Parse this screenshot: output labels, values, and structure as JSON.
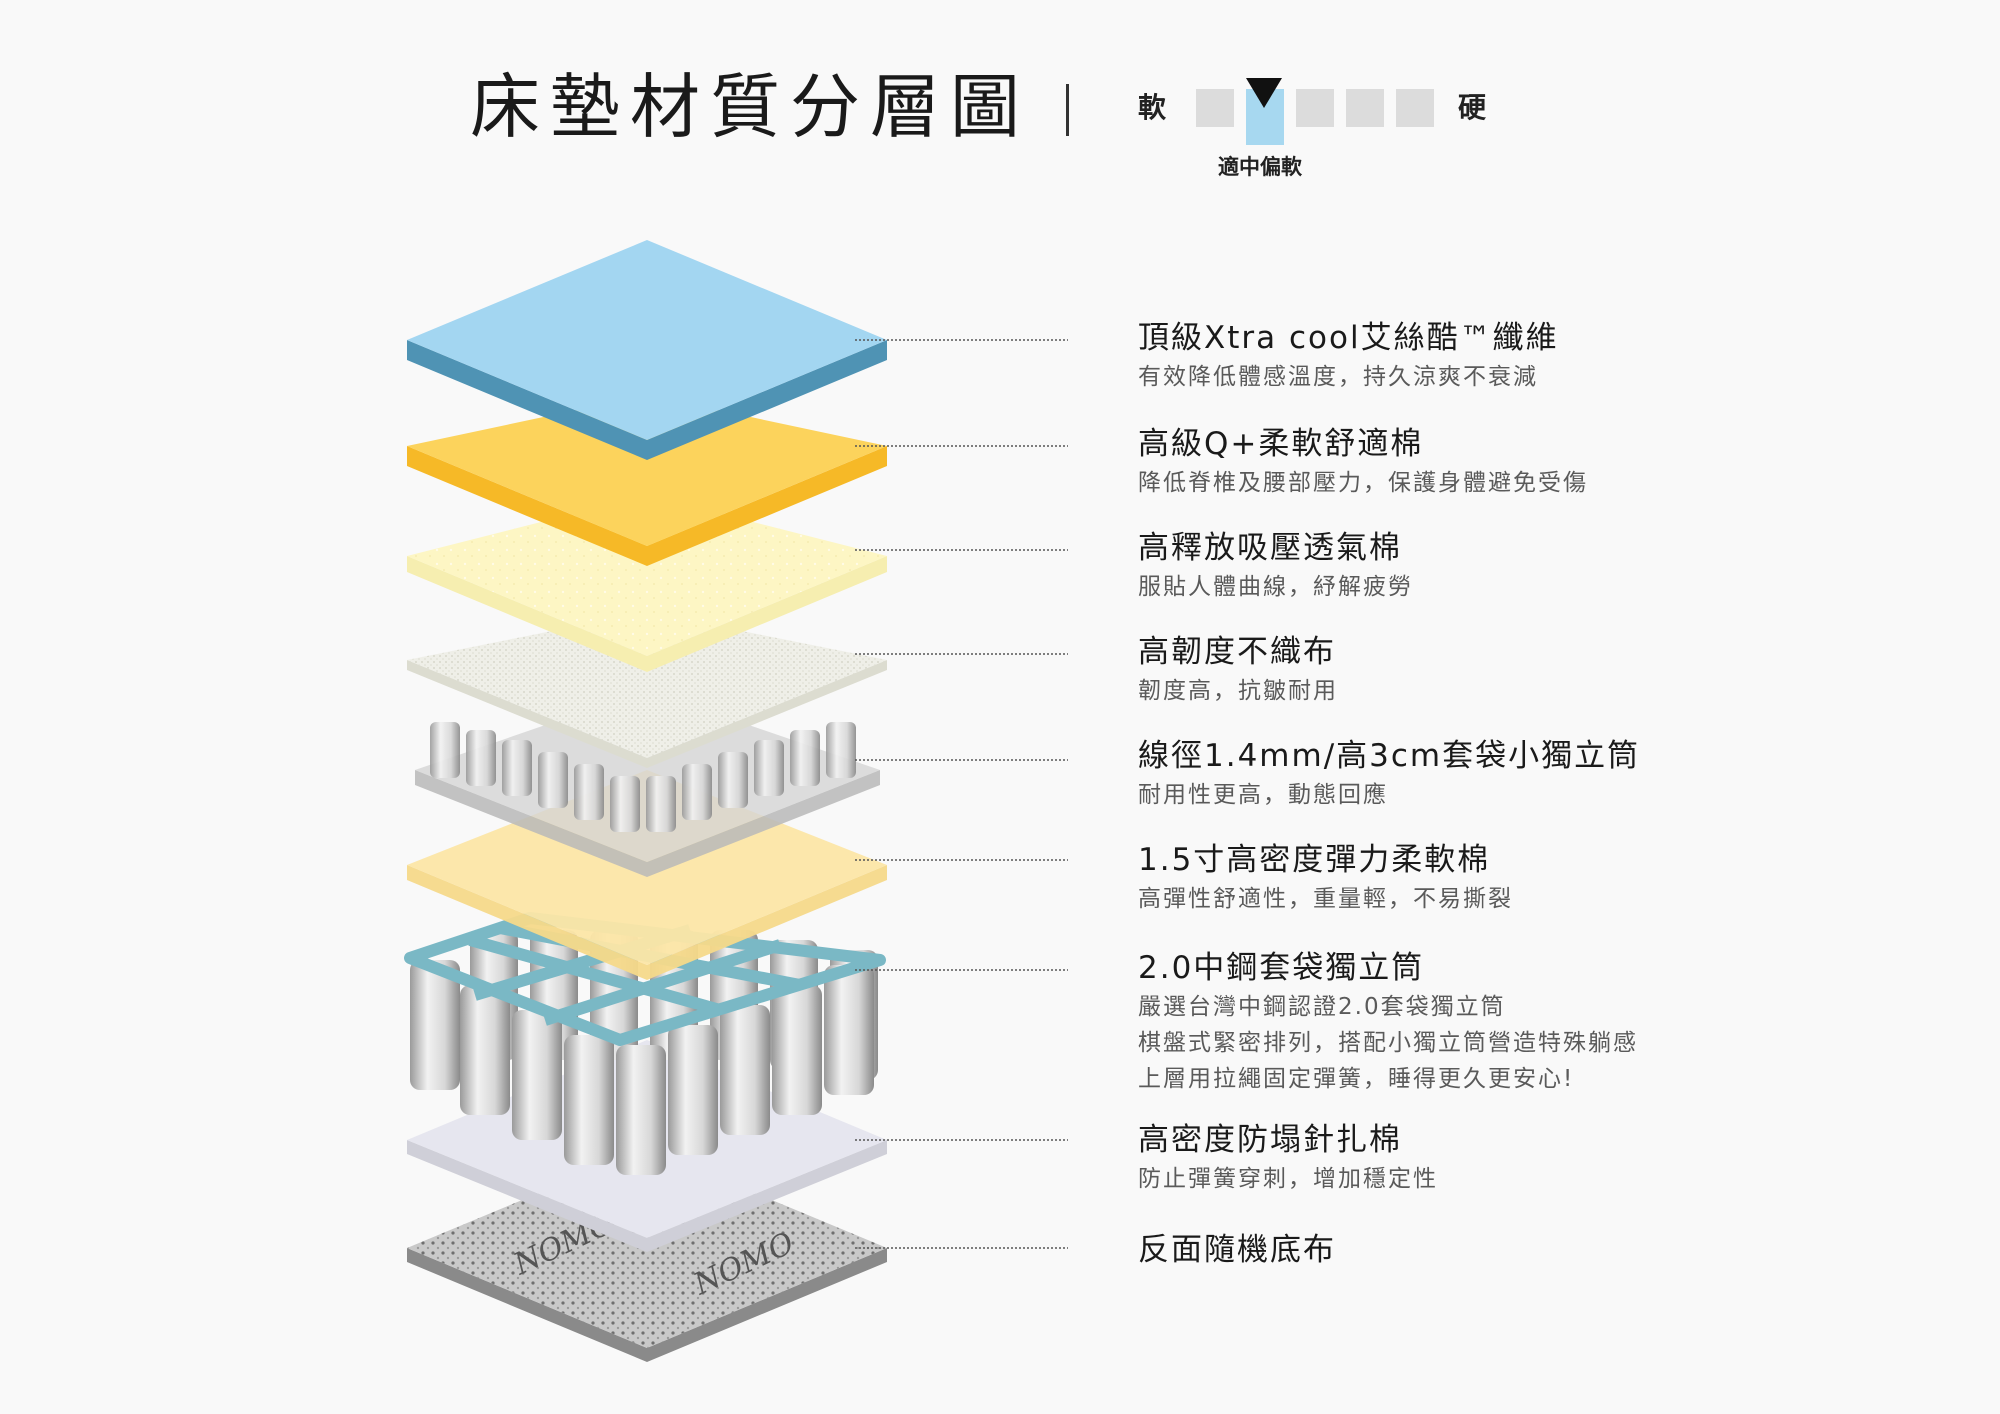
{
  "title": "床墊材質分層圖",
  "firmness_scale": {
    "soft_label": "軟",
    "hard_label": "硬",
    "total_steps": 5,
    "current_step": 2,
    "current_label": "適中偏軟",
    "colors": {
      "inactive": "#dcdcdc",
      "active": "#a7d8f0",
      "marker": "#111111"
    }
  },
  "layers": [
    {
      "name": "頂級Xtra cool艾絲酷™纖維",
      "descriptions": [
        "有效降低體感溫度，持久涼爽不衰減"
      ],
      "color": "#a3d6f1"
    },
    {
      "name": "高級Q+柔軟舒適棉",
      "descriptions": [
        "降低脊椎及腰部壓力，保護身體避免受傷"
      ],
      "color": "#fcd35c"
    },
    {
      "name": "高釋放吸壓透氣棉",
      "descriptions": [
        "服貼人體曲線，紓解疲勞"
      ],
      "color": "#fdf6c4"
    },
    {
      "name": "高韌度不織布",
      "descriptions": [
        "韌度高，抗皺耐用"
      ],
      "color": "#eeeee6"
    },
    {
      "name": "線徑1.4mm/高3cm套袋小獨立筒",
      "descriptions": [
        "耐用性更高，動態回應"
      ],
      "color": "#d4d4d4"
    },
    {
      "name": "1.5寸高密度彈力柔軟棉",
      "descriptions": [
        "高彈性舒適性，重量輕，不易撕裂"
      ],
      "color": "#fce6a6"
    },
    {
      "name": "2.0中鋼套袋獨立筒",
      "descriptions": [
        "嚴選台灣中鋼認證2.0套袋獨立筒",
        "棋盤式緊密排列，搭配小獨立筒營造特殊躺感",
        "上層用拉繩固定彈簧，睡得更久更安心!"
      ],
      "color": "#7ab8c5"
    },
    {
      "name": "高密度防塌針扎棉",
      "descriptions": [
        "防止彈簧穿刺，增加穩定性"
      ],
      "color": "#e6e6ef"
    },
    {
      "name": "反面隨機底布",
      "descriptions": [],
      "color": "#8f8f8f"
    }
  ]
}
